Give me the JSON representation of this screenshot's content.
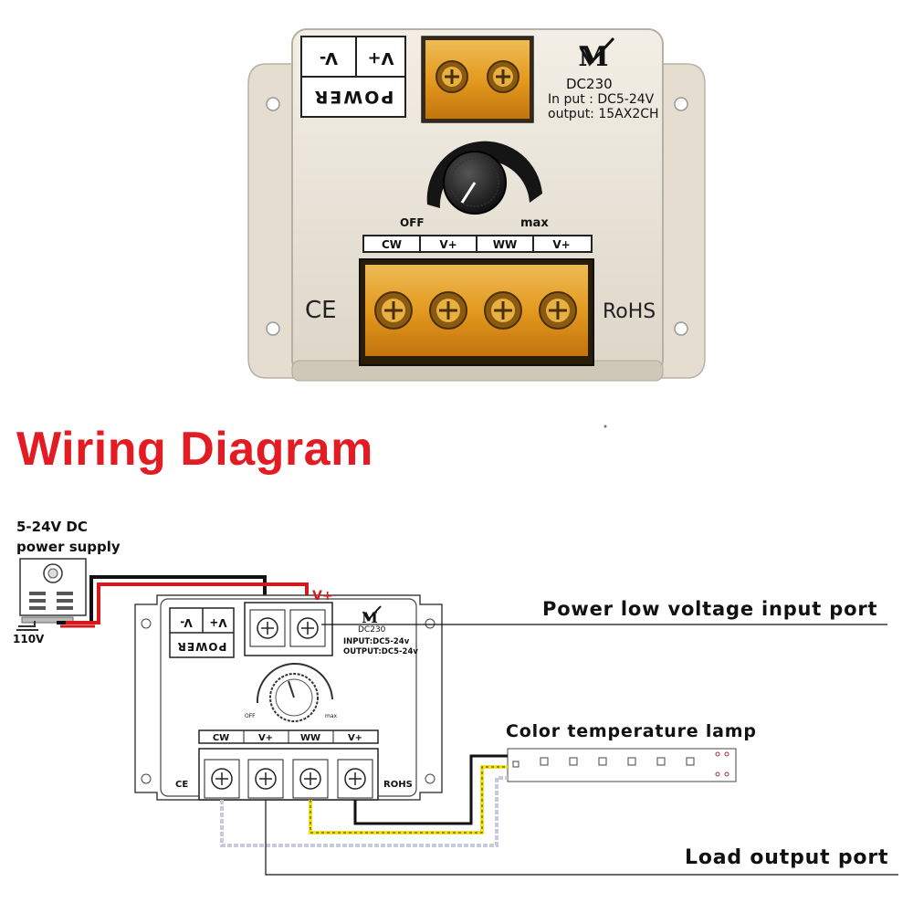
{
  "heading": "Wiring Diagram",
  "product": {
    "brand_glyph": "M",
    "model": "DC230",
    "input": "In put : DC5-24V",
    "output": "output: 15AX2CH",
    "power_block": {
      "vminus": "V-",
      "vplus": "V+",
      "label": "POWER"
    },
    "knob": {
      "off": "OFF",
      "max": "max"
    },
    "terminals": [
      "CW",
      "V+",
      "WW",
      "V+"
    ],
    "ce": "CE",
    "rohs": "RoHS"
  },
  "diagram": {
    "psu_line1": "5-24V DC",
    "psu_line2": "power supply",
    "mains": "110V",
    "vplus_wire": "V+",
    "device": {
      "vminus": "V-",
      "vplus": "V+",
      "power": "POWER",
      "brand_glyph": "M",
      "model": "DC230",
      "input": "INPUT:DC5-24v",
      "output": "OUTPUT:DC5-24v",
      "off": "OFF",
      "max": "max",
      "terminals": [
        "CW",
        "V+",
        "WW",
        "V+"
      ],
      "ce": "CE",
      "rohs": "ROHS"
    },
    "callouts": {
      "input_port": "Power low voltage input port",
      "lamp": "Color temperature lamp",
      "output_port": "Load output port"
    }
  },
  "colors": {
    "heading": "#e31b23",
    "housing": "#ece7dc",
    "terminal_cover": "#f0a21c",
    "wire_red": "#d7191c",
    "wire_yellow": "#f2e21a",
    "wire_white": "#c9c9dc"
  }
}
